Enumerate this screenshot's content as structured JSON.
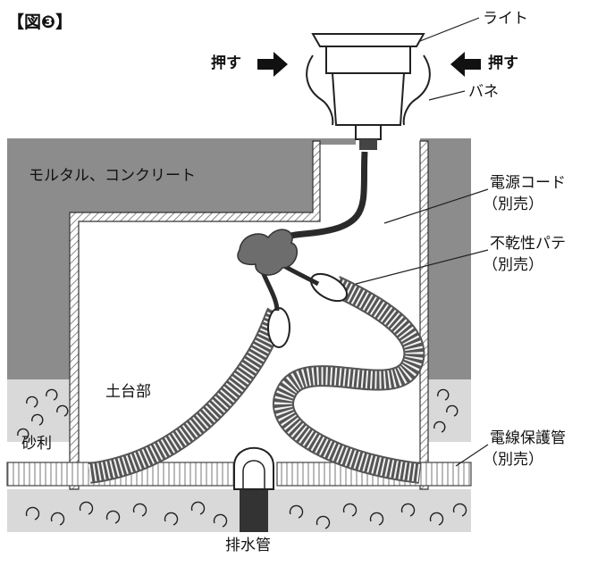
{
  "figure": {
    "label": "【図❸】"
  },
  "labels": {
    "light": "ライト",
    "push_left": "押す",
    "push_right": "押す",
    "spring": "バネ",
    "mortar": "モルタル、コンクリート",
    "power_cord": "電源コード",
    "power_cord_note": "（別売）",
    "putty": "不乾性パテ",
    "putty_note": "（別売）",
    "base": "土台部",
    "gravel": "砂利",
    "conduit": "電線保護管",
    "conduit_note": "（別売）",
    "drain": "排水管"
  },
  "colors": {
    "mortar": "#8c8c8c",
    "gravel_band": "#d9d9d9",
    "line": "#222222",
    "cable": "#2a2a2a"
  }
}
